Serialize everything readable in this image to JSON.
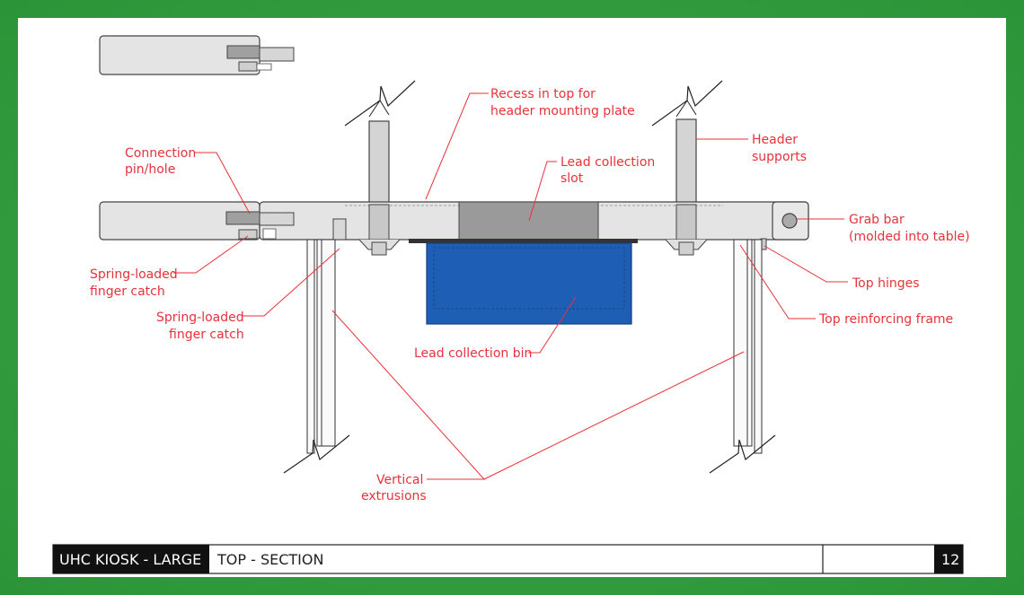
{
  "colors": {
    "background": "#2f9a3a",
    "label": "#e8323a",
    "bin": "#1f5eb5",
    "panel": "#e4e4e4",
    "slot": "#9a9a9a"
  },
  "labels": {
    "recess": [
      "Recess in top for",
      "header mounting plate"
    ],
    "header_supports": [
      "Header",
      "supports"
    ],
    "connection": [
      "Connection",
      "pin/hole"
    ],
    "lead_slot": [
      "Lead collection",
      "slot"
    ],
    "grab_bar": [
      "Grab bar",
      "(molded into table)"
    ],
    "finger_catch_1": [
      "Spring-loaded",
      "finger catch"
    ],
    "top_hinges": "Top hinges",
    "finger_catch_2": [
      "Spring-loaded",
      "finger catch"
    ],
    "top_frame": "Top reinforcing frame",
    "lead_bin": "Lead collection bin",
    "vertical": [
      "Vertical",
      "extrusions"
    ]
  },
  "title_bar": {
    "project": "UHC KIOSK - LARGE",
    "view": "TOP - SECTION",
    "page": "12"
  }
}
